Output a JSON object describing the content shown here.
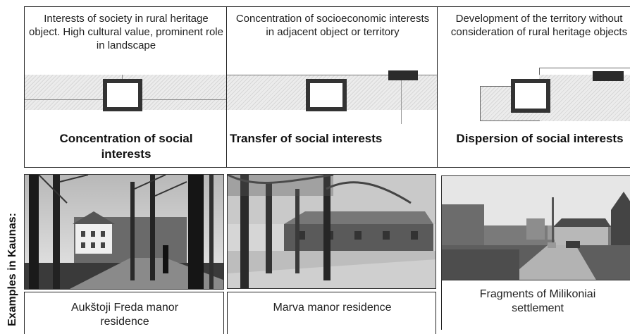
{
  "panels": [
    {
      "description": "Interests of society in rural heritage object. High cultural value, prominent role in landscape",
      "title": "Concentration of social interests"
    },
    {
      "description": "Concentration of socioeconomic interests in adjacent object or territory",
      "title": "Transfer of social interests"
    },
    {
      "description": "Development of the territory without consideration of rural heritage objects",
      "title": "Dispersion of social interests"
    }
  ],
  "examples_label": "Examples in Kaunas:",
  "examples": [
    {
      "caption": "Aukštoji Freda manor residence"
    },
    {
      "caption": "Marva manor residence"
    },
    {
      "caption": "Fragments of Milikoniai settlement"
    }
  ]
}
